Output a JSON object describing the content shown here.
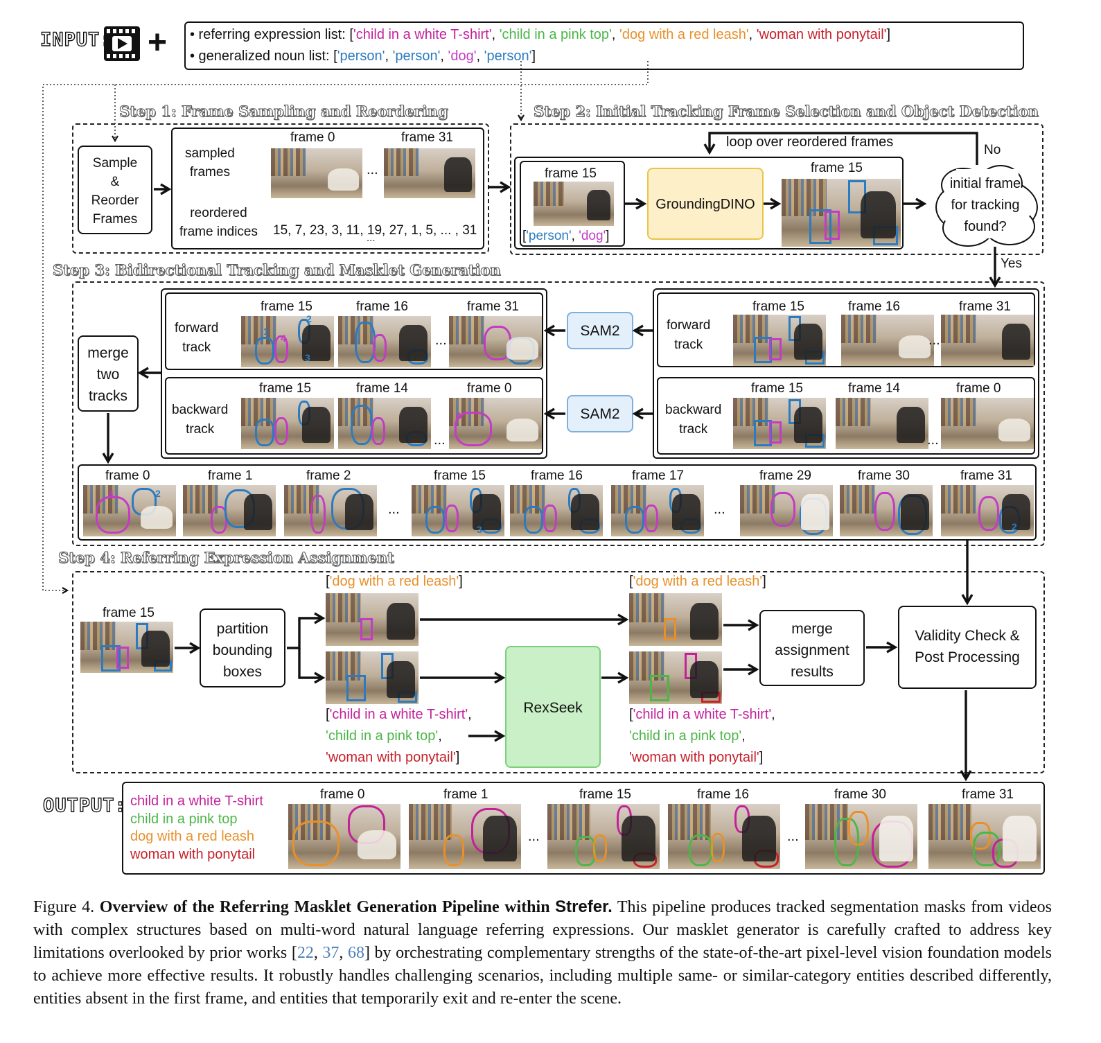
{
  "input": {
    "title": "INPUT:",
    "plus": "+",
    "ref_list_prefix": "• referring expression list: [",
    "ref_items": [
      "'child in a white T-shirt'",
      "'child in a pink top'",
      "'dog with a red leash'",
      "'woman with ponytail'"
    ],
    "noun_list_prefix": "• generalized noun list: [",
    "noun_items": [
      "'person'",
      "'person'",
      "'dog'",
      "'person'"
    ],
    "close": "]",
    "sep": ", "
  },
  "step1": {
    "title": "Step 1: Frame Sampling and Reordering",
    "sample_box": "Sample\n&\nReorder\nFrames",
    "sampled_frames": "sampled\nframes",
    "reordered_label": "reordered\nframe indices",
    "frame_a": "frame 0",
    "frame_b": "frame 31",
    "dots": "...",
    "indices": "15, 7, 23, 3, 11, 19, 27, 1, 5, ... , 31",
    "indices_dots": "..."
  },
  "step2": {
    "title": "Step 2: Initial Tracking Frame Selection and Object Detection",
    "loop": "loop over reordered frames",
    "frame_in": "frame 15",
    "nouns_open": "[",
    "noun_person": "'person'",
    "noun_dog": "'dog'",
    "nouns_close": "]",
    "nouns_sep": ", ",
    "model": "GroundingDINO",
    "frame_out": "frame 15",
    "decision": "initial frame\nfor tracking\nfound?",
    "no": "No",
    "yes": "Yes"
  },
  "step3": {
    "title": "Step 3: Bidirectional Tracking and Masklet Generation",
    "merge": "merge\ntwo\ntracks",
    "sam2": "SAM2",
    "forward": "forward\ntrack",
    "backward": "backward\ntrack",
    "fwd_frames": [
      "frame 15",
      "frame 16",
      "frame 31"
    ],
    "bwd_frames": [
      "frame 15",
      "frame 14",
      "frame 0"
    ],
    "bottom_frames": [
      "frame 0",
      "frame 1",
      "frame 2",
      "frame 15",
      "frame 16",
      "frame 17",
      "frame 29",
      "frame 30",
      "frame 31"
    ],
    "dots": "...",
    "ids": [
      "1",
      "2",
      "3",
      "4"
    ]
  },
  "step4": {
    "title": "Step 4: Referring Expression Assignment",
    "frame": "frame 15",
    "partition": "partition\nbounding\nboxes",
    "dog_label_open": "[",
    "dog_label": "'dog with a red leash'",
    "dog_label_close": "]",
    "people_open": "[",
    "people_labels": [
      "'child in a white T-shirt'",
      "'child in a pink top'",
      "'woman with ponytail'"
    ],
    "people_close": "]",
    "comma": ",",
    "model": "RexSeek",
    "merge": "merge\nassignment\nresults",
    "validity": "Validity Check &\nPost Processing"
  },
  "output": {
    "title": "OUTPUT:",
    "legend": [
      "child in a white T-shirt",
      "child in a pink top",
      "dog with a red leash",
      "woman with ponytail"
    ],
    "frames": [
      "frame 0",
      "frame 1",
      "frame 15",
      "frame 16",
      "frame 30",
      "frame 31"
    ],
    "dots": "..."
  },
  "colors": {
    "blue": "#2b7bc0",
    "magenta": "#c43bc4",
    "orange": "#e8902a",
    "red": "#c6202a",
    "green": "#4cb648",
    "pink": "#c4209a",
    "grounding_fill": "#fdf0c8",
    "grounding_border": "#e8c54a",
    "sam_fill": "#e3effa",
    "sam_border": "#7fb0dc",
    "rex_fill": "#c9f0c6",
    "rex_border": "#7bd07a"
  },
  "caption": {
    "fig": "Figure 4.",
    "bold": "Overview of the Referring Masklet Generation Pipeline within",
    "strefer": "Strefer.",
    "text1": "This pipeline produces tracked segmentation masks from videos with complex structures based on multi-word natural language referring expressions. Our masklet generator is carefully crafted to address key limitations overlooked by prior works [",
    "c1": "22",
    "c2": "37",
    "c3": "68",
    "text2": "] by orchestrating complementary strengths of the state-of-the-art pixel-level vision foundation models to achieve more effective results. It robustly handles challenging scenarios, including multiple same- or similar-category entities described differently, entities absent in the first frame, and entities that temporarily exit and re-enter the scene."
  }
}
